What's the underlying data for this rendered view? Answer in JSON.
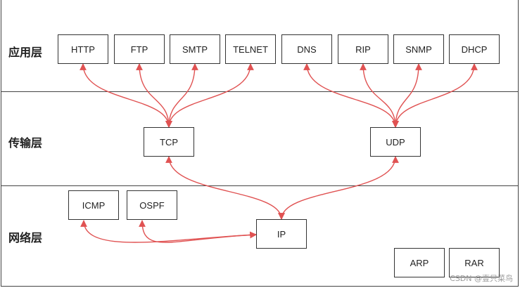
{
  "layers": {
    "application": "应用层",
    "transport": "传输层",
    "network": "网络层"
  },
  "protocols": {
    "http": "HTTP",
    "ftp": "FTP",
    "smtp": "SMTP",
    "telnet": "TELNET",
    "dns": "DNS",
    "rip": "RIP",
    "snmp": "SNMP",
    "dhcp": "DHCP",
    "tcp": "TCP",
    "udp": "UDP",
    "icmp": "ICMP",
    "ospf": "OSPF",
    "ip": "IP",
    "arp": "ARP",
    "rar": "RAR"
  },
  "connections": [
    {
      "from": "tcp",
      "to": "http"
    },
    {
      "from": "tcp",
      "to": "ftp"
    },
    {
      "from": "tcp",
      "to": "smtp"
    },
    {
      "from": "tcp",
      "to": "telnet"
    },
    {
      "from": "udp",
      "to": "dns"
    },
    {
      "from": "udp",
      "to": "rip"
    },
    {
      "from": "udp",
      "to": "snmp"
    },
    {
      "from": "udp",
      "to": "dhcp"
    },
    {
      "from": "ip",
      "to": "tcp"
    },
    {
      "from": "ip",
      "to": "udp"
    },
    {
      "from": "ip",
      "to": "icmp"
    },
    {
      "from": "ip",
      "to": "ospf"
    }
  ],
  "colors": {
    "arrow": "#e05252",
    "box_border": "#333333",
    "band_border": "#444444"
  },
  "watermark": "CSDN @壹只菜鸟"
}
